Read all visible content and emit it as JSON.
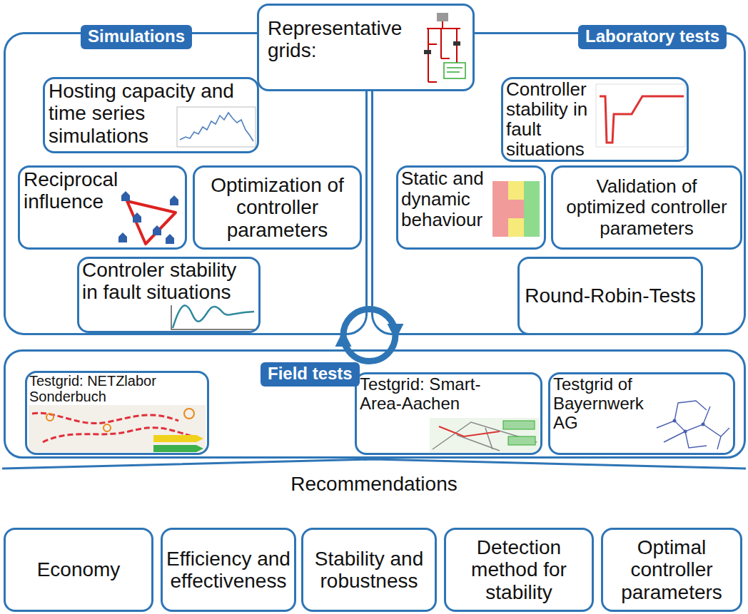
{
  "diagram": {
    "nodes": [
      {
        "text": [
          "Representative grids:"
        ]
      },
      {
        "text": [
          "Simulations"
        ]
      },
      {
        "text": [
          "Hosting capacity and time series simulations"
        ],
        "in": 1
      },
      {
        "text": [
          "Reciprocal influence"
        ],
        "in": 1
      },
      {
        "text": [
          "Optimization of controller parameters"
        ],
        "in": 1
      },
      {
        "text": [
          "Controler stability in fault situations"
        ],
        "in": 1
      },
      {
        "text": [
          "Laboratory tests"
        ]
      },
      {
        "text": [
          "Controller stability in fault situations"
        ],
        "in": 6
      },
      {
        "text": [
          "Static and dynamic behaviour"
        ],
        "in": 6
      },
      {
        "text": [
          "Validation of optimized controller parameters"
        ],
        "in": 6
      },
      {
        "text": [
          "Round-Robin-Tests"
        ],
        "in": 6
      },
      {
        "text": [
          "Field tests"
        ]
      },
      {
        "text": [
          "Testgrid: NETZlabor Sonderbuch"
        ],
        "in": 11
      },
      {
        "text": [
          "Testgrid: Smart-Area-Aachen"
        ],
        "in": 11
      },
      {
        "text": [
          "Testgrid of Bayernwerk AG"
        ],
        "in": 11
      },
      {
        "text": [
          "Economy"
        ]
      },
      {
        "text": [
          "Efficiency and effectiveness"
        ]
      },
      {
        "text": [
          "Stability and robustness"
        ]
      },
      {
        "text": [
          "Detection method for stability"
        ]
      },
      {
        "text": [
          "Optimal controller parameters"
        ]
      }
    ],
    "edges": [
      {
        "from": 1,
        "to": 6,
        "arrow": "to"
      },
      {
        "from": 6,
        "to": 1,
        "arrow": "to"
      }
    ],
    "labels": [
      "Recommendations"
    ]
  }
}
